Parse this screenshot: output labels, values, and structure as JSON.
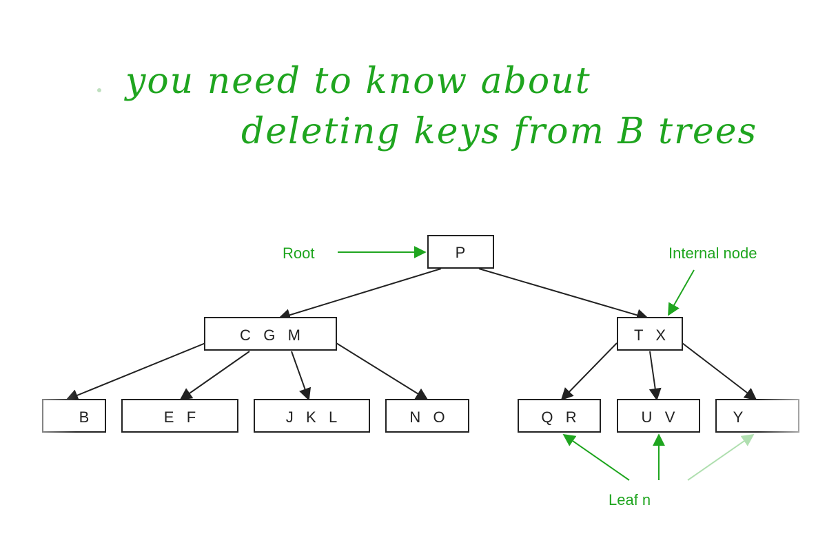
{
  "headline": {
    "line1": "you need to know about",
    "line2": "deleting keys from B trees"
  },
  "labels": {
    "root": "Root",
    "internal_node": "Internal node",
    "leaf": "Leaf n"
  },
  "nodes": {
    "root": "P",
    "left_internal": "C   G   M",
    "right_internal": "T   X",
    "leaf_b": "B",
    "leaf_ef": "E   F",
    "leaf_jkl": "J   K   L",
    "leaf_no": "N   O",
    "leaf_qr": "Q   R",
    "leaf_uv": "U   V",
    "leaf_y": "Y"
  },
  "colors": {
    "accent_green": "#1fa51f",
    "ink": "#222222"
  }
}
